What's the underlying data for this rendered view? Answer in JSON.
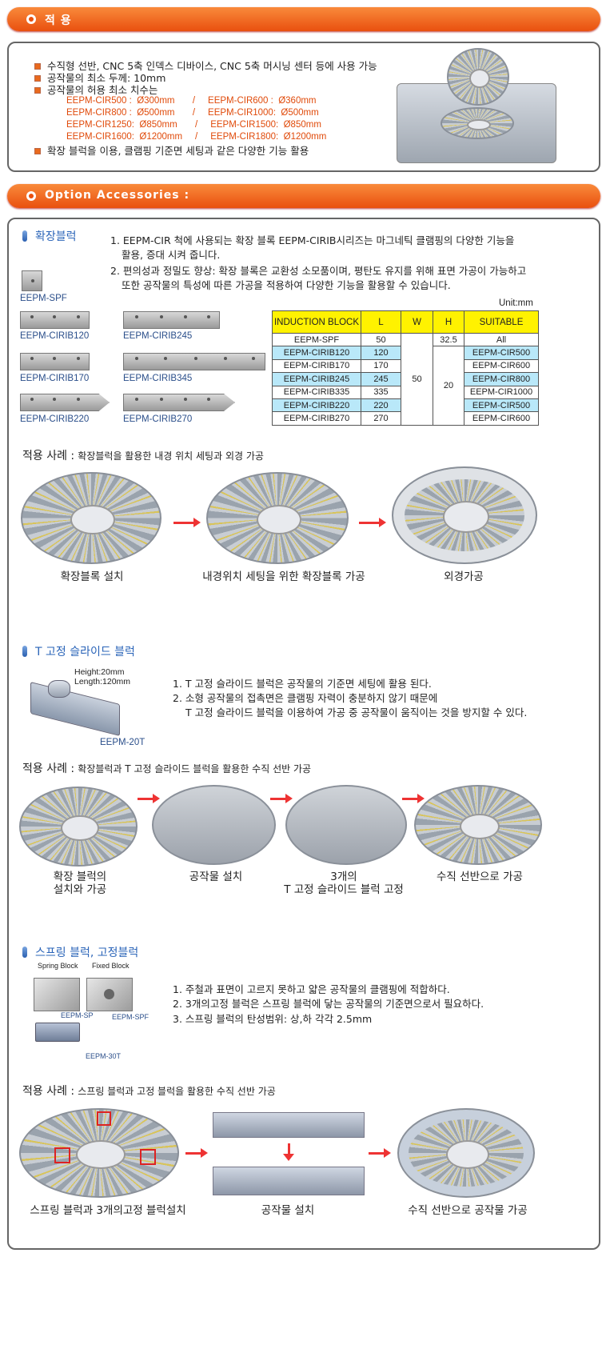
{
  "sec1": {
    "title": "적 용",
    "bullets": [
      "수직형 선반, CNC 5축 인덱스 디바이스, CNC 5축 머시닝 센터 등에 사용 가능",
      "공작물의 최소 두께: 10mm",
      "공작물의 허용 최소 치수는",
      "확장 블럭을 이용, 클램핑 기준면 세팅과 같은 다양한 기능 활용"
    ],
    "specs": [
      "EEPM-CIR500 :  Ø300mm       /     EEPM-CIR600 :  Ø360mm",
      "EEPM-CIR800 :  Ø500mm       /     EEPM-CIR1000:  Ø500mm",
      "EEPM-CIR1250:  Ø850mm       /     EEPM-CIR1500:  Ø850mm",
      "EEPM-CIR1600:  Ø1200mm     /     EEPM-CIR1800:  Ø1200mm"
    ]
  },
  "sec2": {
    "title": "Option Accessories :"
  },
  "ext": {
    "title": "확장블럭",
    "p1a": "1. EEPM-CIR 척에 사용되는 확장 블록 EEPM-CIRIB시리즈는 마그네틱 클램핑의 다양한 기능을",
    "p1b": "활용, 증대 시켜 줍니다.",
    "p2a": "2. 편의성과 정밀도 향상: 확장 블록은 교환성 소모품이며, 평탄도 유지를 위해 표면 가공이 가능하고",
    "p2b": "또한 공작물의 특성에 따른 가공을 적용하여 다양한 기능을 활용할 수 있습니다.",
    "blocks": [
      "EEPM-SPF",
      "EEPM-CIRIB120",
      "EEPM-CIRIB245",
      "EEPM-CIRIB170",
      "EEPM-CIRIB345",
      "EEPM-CIRIB220",
      "EEPM-CIRIB270"
    ],
    "unit": "Unit:mm",
    "headers": [
      "INDUCTION BLOCK",
      "L",
      "W",
      "H",
      "SUITABLE"
    ],
    "rows": [
      [
        "EEPM-SPF",
        "50",
        "",
        "32.5",
        "All"
      ],
      [
        "EEPM-CIRIB120",
        "120",
        "",
        "",
        "EEPM-CIR500"
      ],
      [
        "EEPM-CIRIB170",
        "170",
        "",
        "",
        "EEPM-CIR600"
      ],
      [
        "EEPM-CIRIB245",
        "245",
        "50",
        "20",
        "EEPM-CIR800"
      ],
      [
        "EEPM-CIRIB335",
        "335",
        "",
        "",
        "EEPM-CIR1000"
      ],
      [
        "EEPM-CIRIB220",
        "220",
        "",
        "",
        "EEPM-CIR500"
      ],
      [
        "EEPM-CIRIB270",
        "270",
        "",
        "",
        "EEPM-CIR600"
      ]
    ],
    "ex_title": "적용 사례 :",
    "ex_desc": "확장블럭을 활용한 내경 위치 세팅과 외경 가공",
    "ex_labels": [
      "확장블록 설치",
      "내경위치 세팅을 위한 확장블록 가공",
      "외경가공"
    ]
  },
  "tslide": {
    "title": "T 고정 슬라이드 블럭",
    "height": "Height:20mm",
    "length": "Length:120mm",
    "model": "EEPM-20T",
    "p1": "1. T 고정 슬라이드 블럭은 공작물의 기준면 세팅에 활용 된다.",
    "p2a": "2. 소형 공작물의 접촉면은 클램핑 자력이 충분하지 않기 때문에",
    "p2b": "T 고정 슬라이드 블럭을 이용하여 가공 중 공작물이 움직이는 것을 방지할 수 있다.",
    "ex_title": "적용 사례 :",
    "ex_desc": "확장블럭과 T 고정 슬라이드 블럭을 활용한 수직 선반 가공",
    "labels": [
      [
        "확장 블럭의",
        "설치와 가공"
      ],
      [
        "공작물 설치",
        ""
      ],
      [
        "3개의",
        "T 고정 슬라이드 블럭 고정"
      ],
      [
        "수직 선반으로 가공",
        ""
      ]
    ]
  },
  "spring": {
    "title": "스프링 블럭, 고정블럭",
    "spring_lbl": "Spring Block",
    "fixed_lbl": "Fixed Block",
    "m1": "EEPM-SP",
    "m2": "EEPM-SPF",
    "m3": "EEPM-30T",
    "p1": "1. 주철과 표면이 고르지 못하고 얇은 공작물의 클램핑에 적합하다.",
    "p2": "2. 3개의고정 블럭은 스프링 블럭에 닿는 공작물의 기준면으로서 필요하다.",
    "p3": "3. 스프링 블럭의 탄성범위: 상,하 각각 2.5mm",
    "ex_title": "적용 사례 :",
    "ex_desc": "스프링 블럭과 고정 블럭을 활용한 수직 선반 가공",
    "labels": [
      "스프링 블럭과 3개의고정 블럭설치",
      "공작물 설치",
      "수직 선반으로 공작물 가공"
    ]
  },
  "colors": {
    "accent": "#e9500f",
    "blue": "#2a64b8",
    "table_header": "#fff200",
    "table_highlight": "#b9e8f9"
  }
}
